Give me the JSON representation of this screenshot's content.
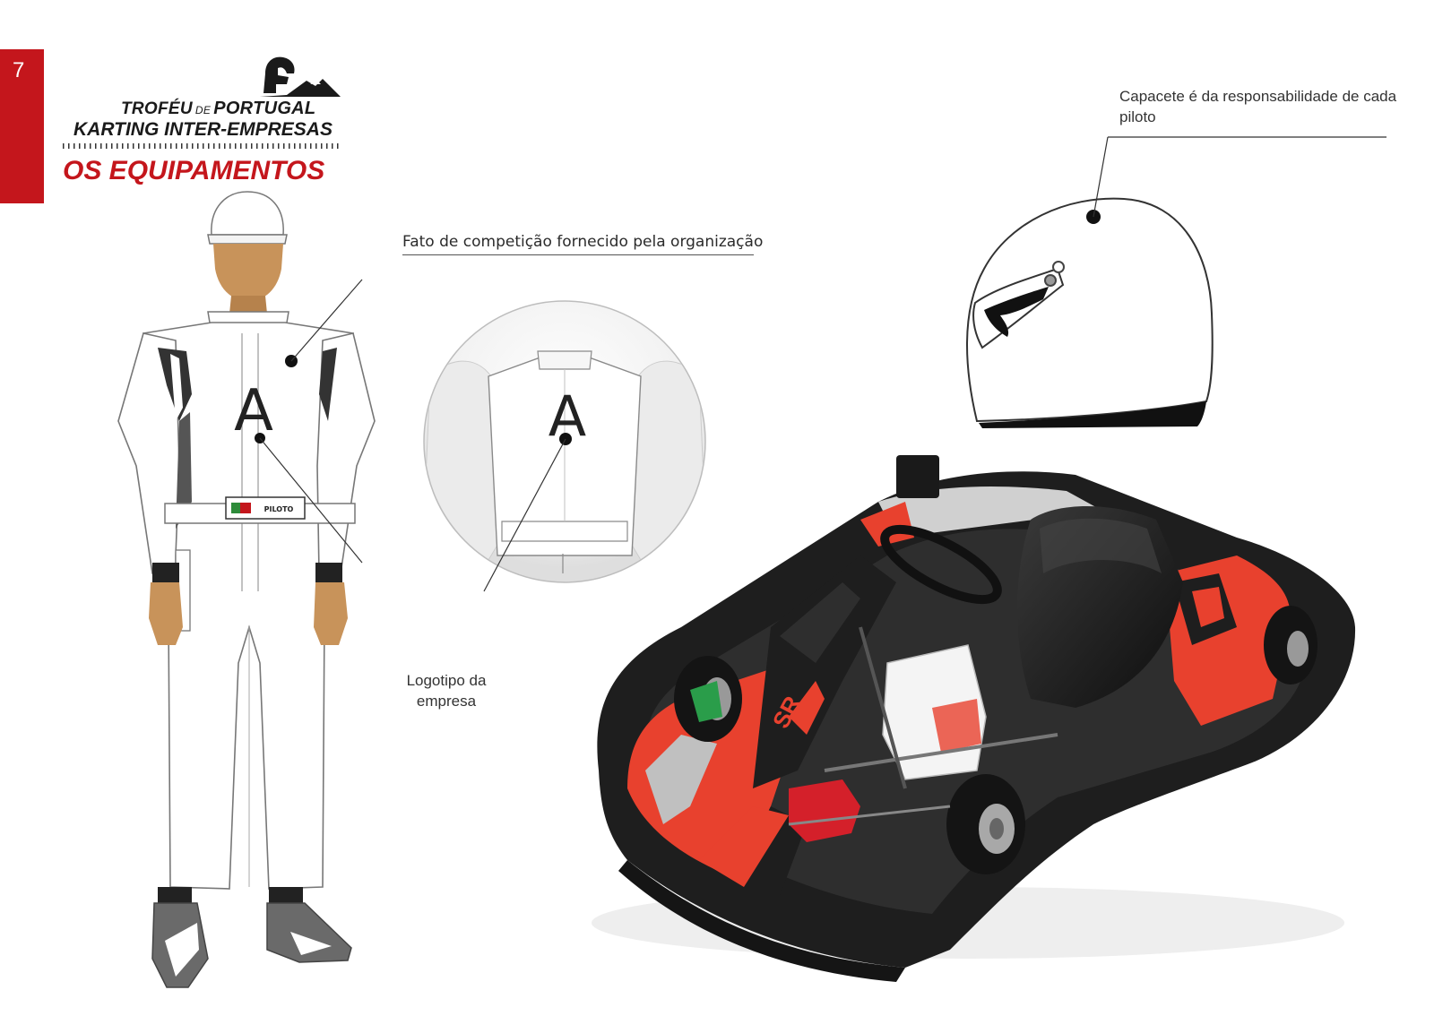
{
  "page": {
    "number": "7"
  },
  "header": {
    "logo_line1_a": "TROFÉU",
    "logo_line1_b": "DE",
    "logo_line1_c": "PORTUGAL",
    "logo_line2": "KARTING INTER-EMPRESAS",
    "section_title": "OS EQUIPAMENTOS"
  },
  "annotations": {
    "suit": "Fato de competição fornecido pela organização",
    "helmet": "Capacete é da responsabilidade de cada piloto",
    "company_logo": "Logotipo da empresa"
  },
  "illustrations": {
    "suit_front_letter": "A",
    "suit_back_letter": "A",
    "belt_label": "PILOTO",
    "kart_brand": "SR"
  },
  "colors": {
    "accent_red": "#c4161c",
    "kart_red": "#e8412e",
    "kart_black": "#1e1e1e",
    "skin": "#c8935a"
  }
}
